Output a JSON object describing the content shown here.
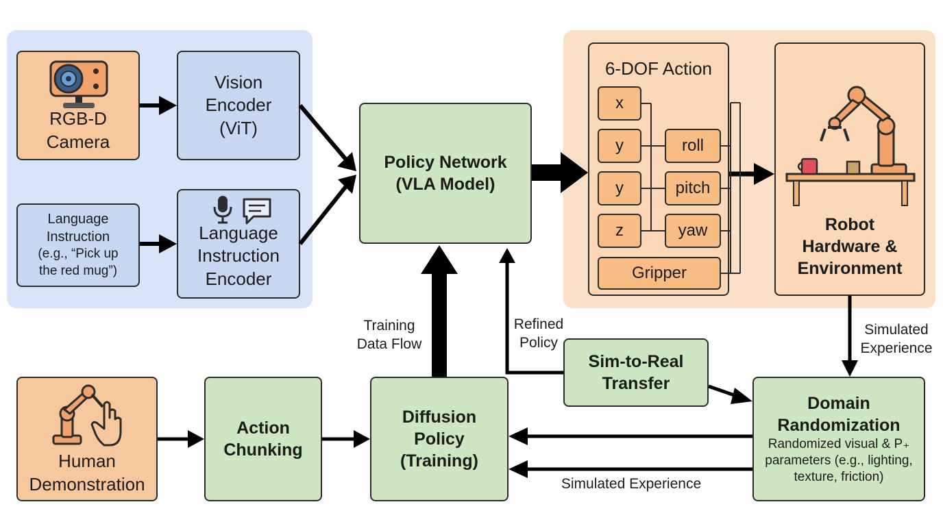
{
  "colors": {
    "perception_bg": "#d8e4f7",
    "action_bg": "#fbe0c8",
    "orange": "#f7c89d",
    "blue": "#c8d7f2",
    "green": "#cfe6c3",
    "arrow": "#000000"
  },
  "camera": {
    "icon": "camera-icon",
    "line1": "RGB-D",
    "line2": "Camera"
  },
  "vision_encoder": {
    "line1": "Vision",
    "line2": "Encoder",
    "line3": "(ViT)"
  },
  "language_instruction": {
    "line1": "Language",
    "line2": "Instruction",
    "line3": "(e.g., “Pick up",
    "line4": "the red mug”)"
  },
  "language_encoder": {
    "icons": [
      "microphone-icon",
      "chat-bubble-icon"
    ],
    "line1": "Language",
    "line2": "Instruction",
    "line3": "Encoder"
  },
  "policy_network": {
    "line1": "Policy Network",
    "line2": "(VLA Model)"
  },
  "action": {
    "title": "6-DOF Action",
    "translation": [
      "x",
      "y",
      "y",
      "z"
    ],
    "rotation": [
      "roll",
      "pitch",
      "yaw"
    ],
    "gripper": "Gripper"
  },
  "robot": {
    "icon": "robot-arm-icon",
    "line1": "Robot",
    "line2": "Hardware &",
    "line3": "Environment"
  },
  "human_demo": {
    "icon": "robot-hand-icon",
    "line1": "Human",
    "line2": "Demonstration"
  },
  "action_chunking": {
    "line1": "Action",
    "line2": "Chunking"
  },
  "diffusion_policy": {
    "line1": "Diffusion",
    "line2": "Policy",
    "line3": "(Training)"
  },
  "sim_to_real": {
    "line1": "Sim-to-Real",
    "line2": "Transfer"
  },
  "domain_randomization": {
    "line1": "Domain",
    "line2": "Randomization",
    "desc1": "Randomized visual & P₊",
    "desc2": "parameters (e.g., lighting,",
    "desc3": "texture, friction)"
  },
  "labels": {
    "training_flow_1": "Training",
    "training_flow_2": "Data Flow",
    "refined_1": "Refined",
    "refined_2": "Policy",
    "simulated_right_1": "Simulated",
    "simulated_right_2": "Experience",
    "simulated_bottom": "Simulated Experience"
  }
}
